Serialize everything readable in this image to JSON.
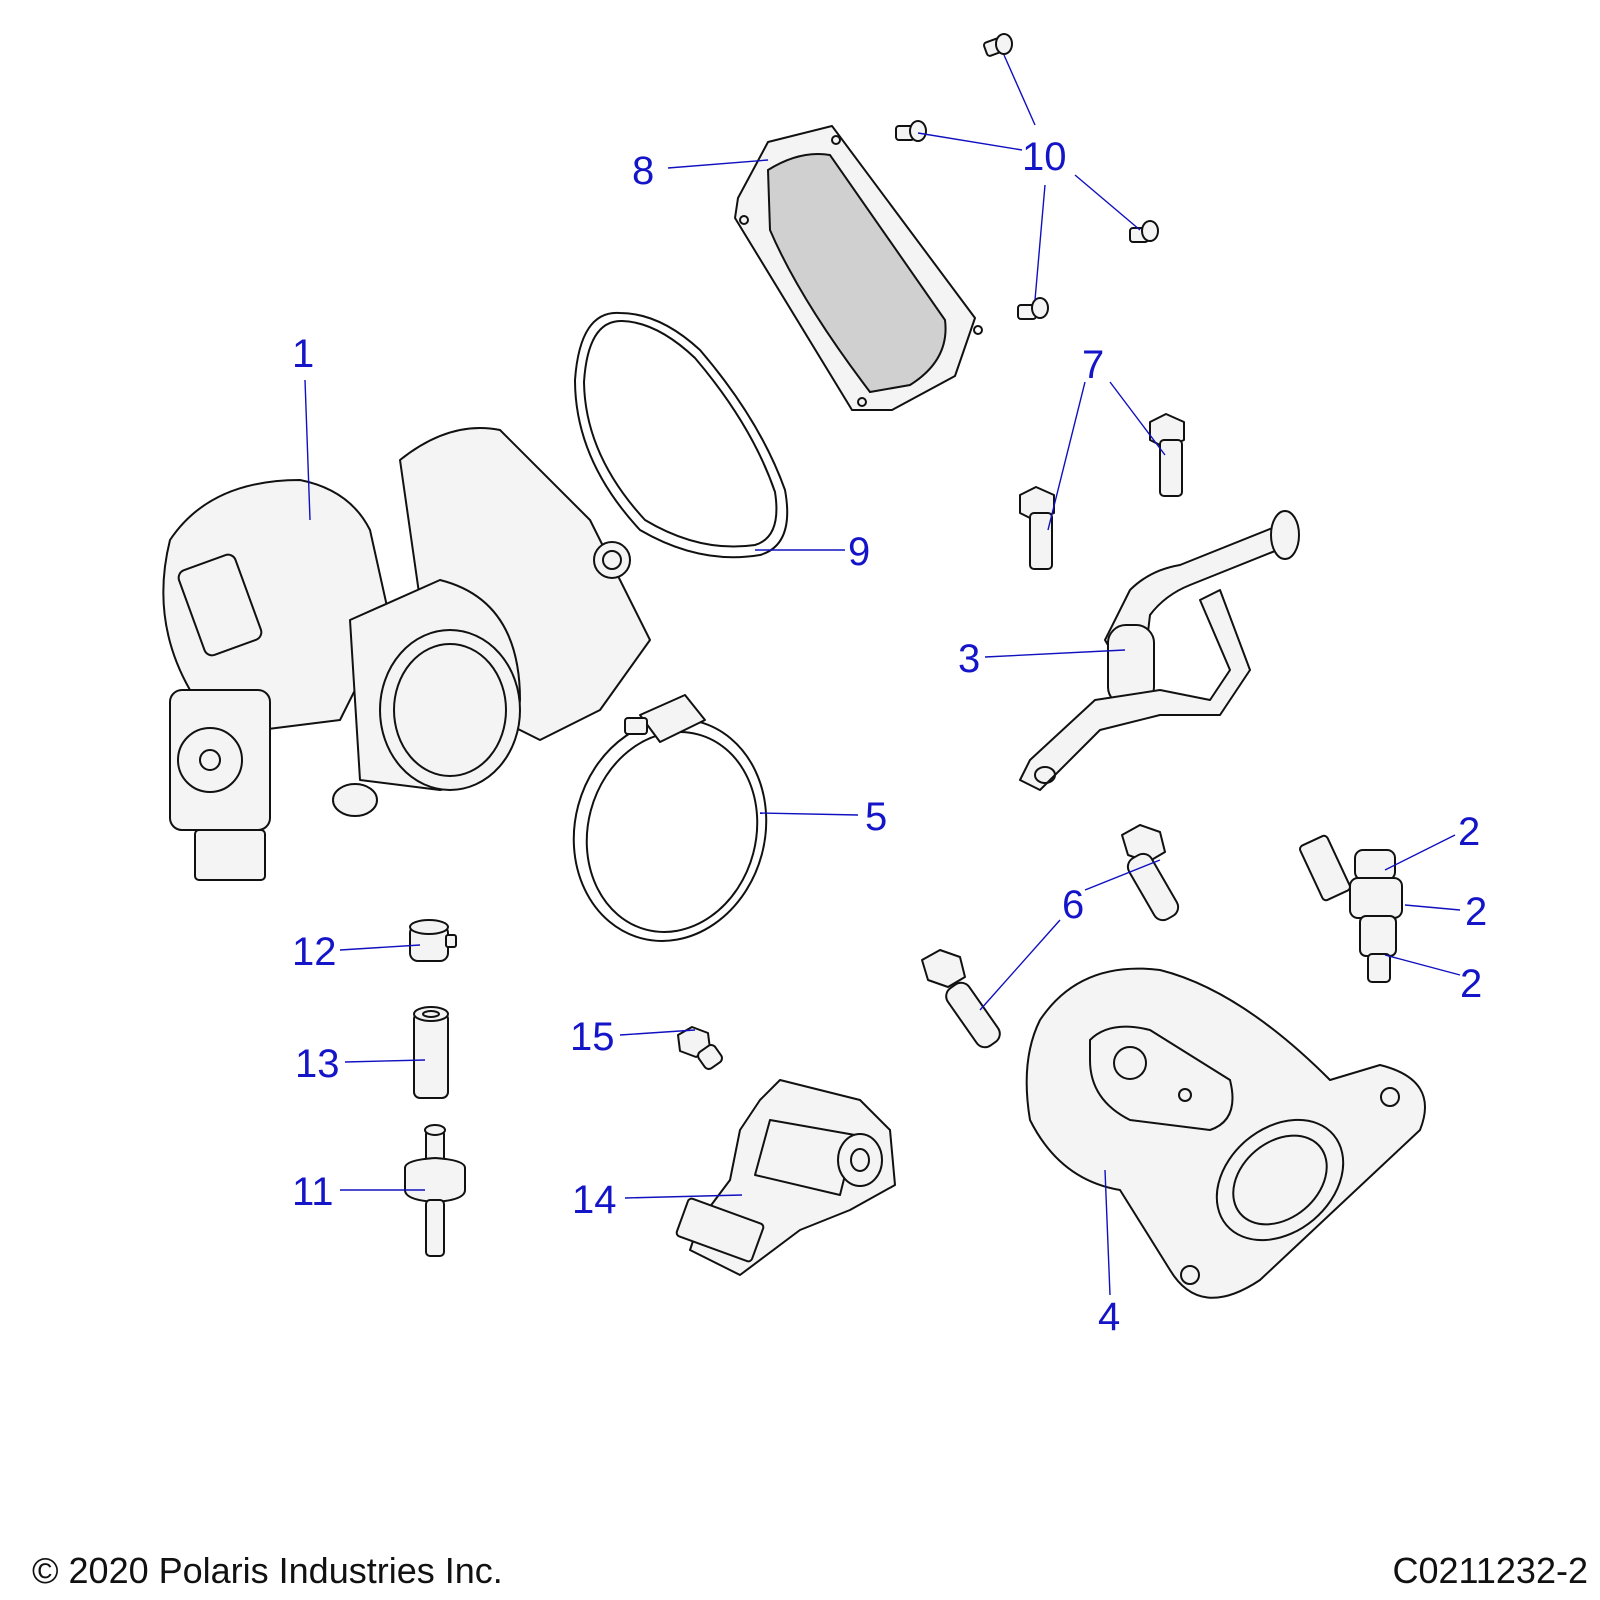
{
  "callouts": {
    "c1": "1",
    "c2a": "2",
    "c2b": "2",
    "c2c": "2",
    "c3": "3",
    "c4": "4",
    "c5": "5",
    "c6a": "6",
    "c7": "7",
    "c8": "8",
    "c9": "9",
    "c10": "10",
    "c11": "11",
    "c12": "12",
    "c13": "13",
    "c14": "14",
    "c15": "15"
  },
  "footer": {
    "copyright": "© 2020 Polaris Industries Inc.",
    "drawing_number": "C0211232-2"
  },
  "colors": {
    "callout": "#1414c8",
    "part_fill": "#f4f4f4",
    "gasket_fill": "#d0d0d0"
  }
}
